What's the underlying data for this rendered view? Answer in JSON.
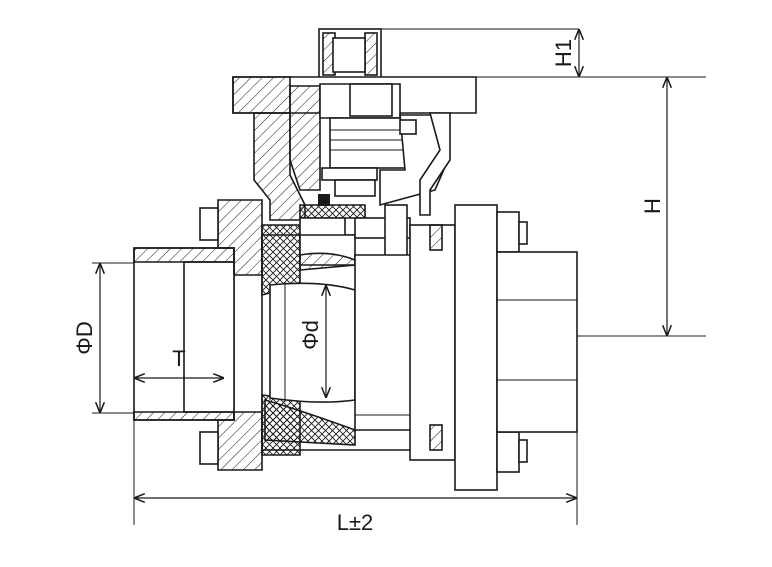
{
  "labels": {
    "h1": "H1",
    "h": "H",
    "phi_D": "ΦD",
    "phi_d": "Φd",
    "t": "T",
    "l": "L±2"
  },
  "colors": {
    "line": "#1a1a1a",
    "background": "#ffffff"
  }
}
